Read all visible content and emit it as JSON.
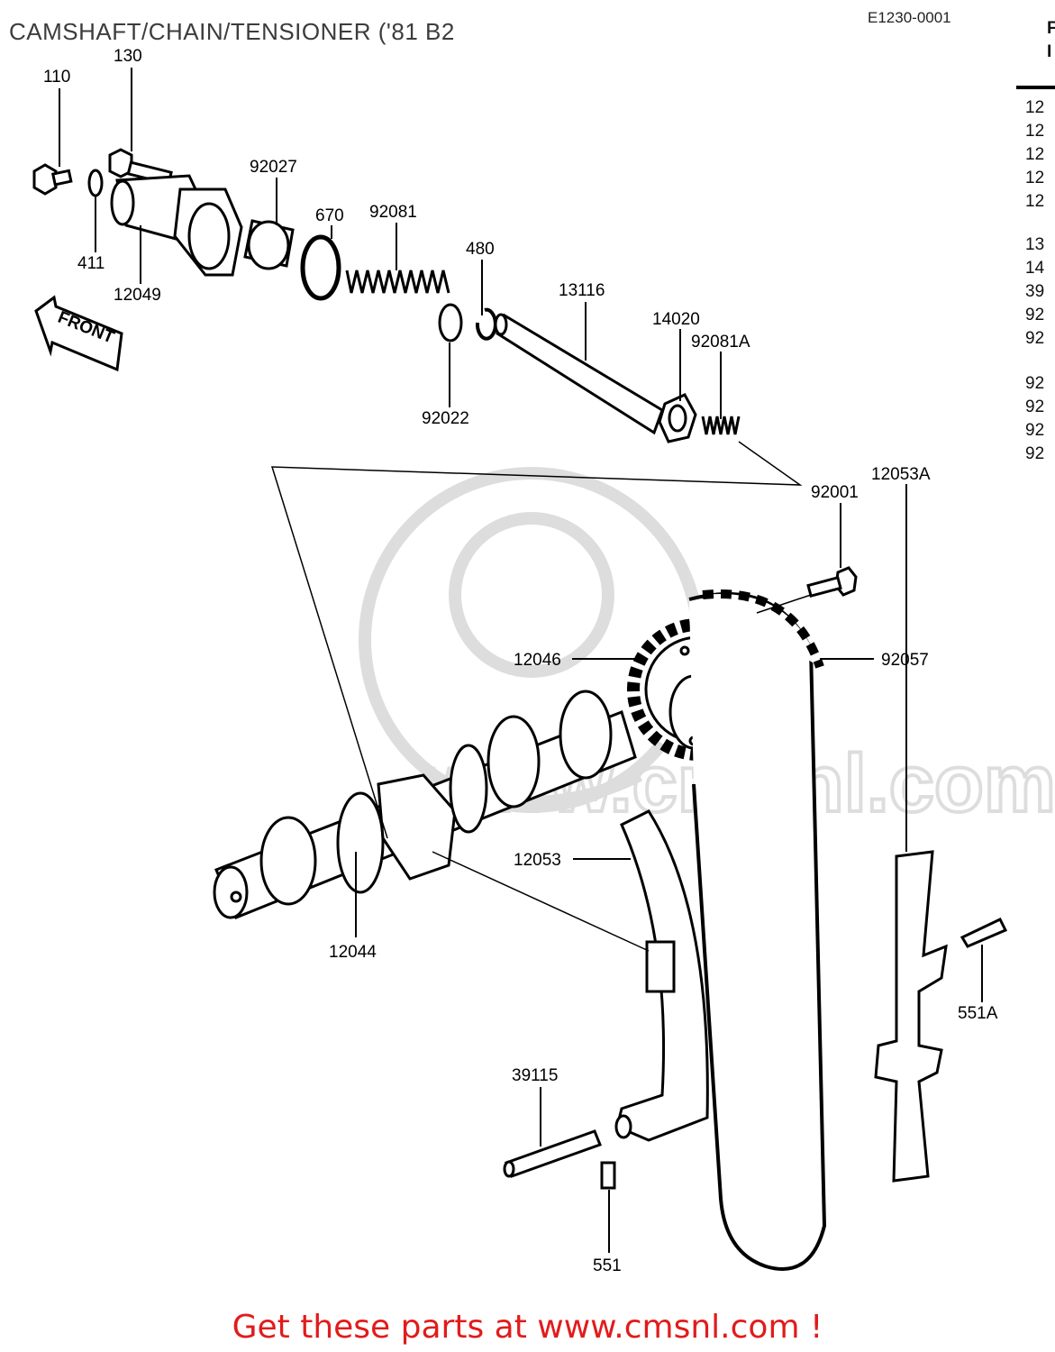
{
  "header": {
    "title": "CAMSHAFT/CHAIN/TENSIONER ('81 B2",
    "diagram_code": "E1230-0001"
  },
  "side_column": {
    "head": [
      "F",
      "I"
    ],
    "items": [
      "12",
      "12",
      "12",
      "12",
      "12",
      "13",
      "14",
      "39",
      "92",
      "92",
      "92",
      "92",
      "92",
      "92"
    ]
  },
  "front_arrow": "FRONT",
  "watermark": "www.cmsnl.com",
  "parts": {
    "p110": "110",
    "p130": "130",
    "p411": "411",
    "p12049": "12049",
    "p92027": "92027",
    "p670": "670",
    "p92081": "92081",
    "p480": "480",
    "p92022": "92022",
    "p13116": "13116",
    "p14020": "14020",
    "p92081A": "92081A",
    "p92001": "92001",
    "p12046": "12046",
    "p92057": "92057",
    "p12053A": "12053A",
    "p12053": "12053",
    "p12044": "12044",
    "p551A": "551A",
    "p39115": "39115",
    "p551": "551"
  },
  "footer": {
    "cta": "Get these parts at www.cmsnl.com !"
  }
}
